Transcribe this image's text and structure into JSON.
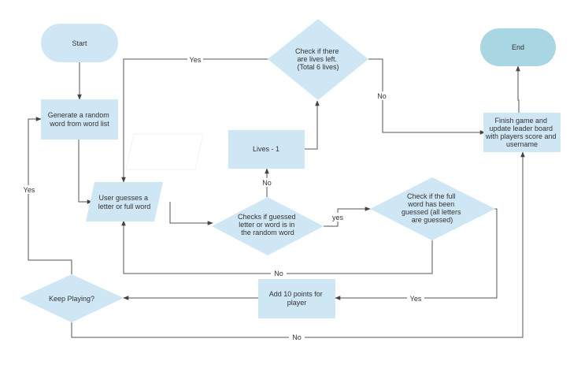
{
  "nodes": {
    "start": {
      "text": [
        "Start"
      ]
    },
    "end": {
      "text": [
        "End"
      ]
    },
    "generate": {
      "text": [
        "Generate a random",
        "word from word list"
      ]
    },
    "guess": {
      "text": [
        "User guesses a",
        "letter or full word"
      ]
    },
    "check_guessed": {
      "text": [
        "Checks if guessed",
        "letter or word is in",
        "the random word"
      ]
    },
    "lives_minus": {
      "text": [
        "Lives - 1"
      ]
    },
    "check_lives": {
      "text": [
        "Check if there",
        "are lives left.",
        "(Total 6 lives)"
      ]
    },
    "check_full": {
      "text": [
        "Check if the full",
        "word has been",
        "guessed (all letters",
        "are guessed)"
      ]
    },
    "add_points": {
      "text": [
        "Add 10 points for",
        "player"
      ]
    },
    "keep_playing": {
      "text": [
        "Keep Playing?"
      ]
    },
    "finish": {
      "text": [
        "Finish game and",
        "update leader board",
        "with players score and",
        "username"
      ]
    }
  },
  "edges": {
    "lives_yes": "Yes",
    "lives_no": "No",
    "guessed_no": "No",
    "guessed_yes": "yes",
    "full_no": "No",
    "full_yes": "Yes",
    "keep_yes": "Yes",
    "keep_no": "No"
  },
  "colors": {
    "node": "#cfe6f5",
    "end_node": "#a9d6e3",
    "edge": "#555555"
  }
}
